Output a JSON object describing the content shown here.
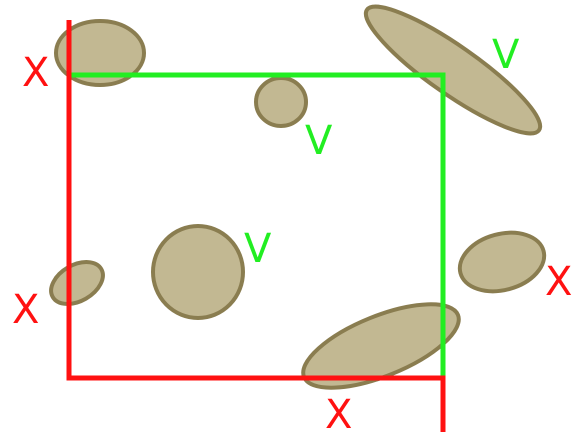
{
  "colors": {
    "background": "#ffffff",
    "particle_fill": "#c2b892",
    "particle_stroke": "#8a7d50",
    "counted_frame": "#22ee22",
    "excluded_frame": "#ff1111",
    "counted_label": "#22ee22",
    "excluded_label": "#ff1111"
  },
  "labels": {
    "counted": "V",
    "excluded": "X"
  },
  "particles": [
    {
      "id": "top-left-oval",
      "status": "excluded"
    },
    {
      "id": "top-right-elongated",
      "status": "counted"
    },
    {
      "id": "small-top-circle",
      "status": "counted"
    },
    {
      "id": "center-oval",
      "status": "counted"
    },
    {
      "id": "left-edge-oval",
      "status": "excluded"
    },
    {
      "id": "right-oval",
      "status": "excluded"
    },
    {
      "id": "bottom-elongated",
      "status": "excluded"
    }
  ]
}
